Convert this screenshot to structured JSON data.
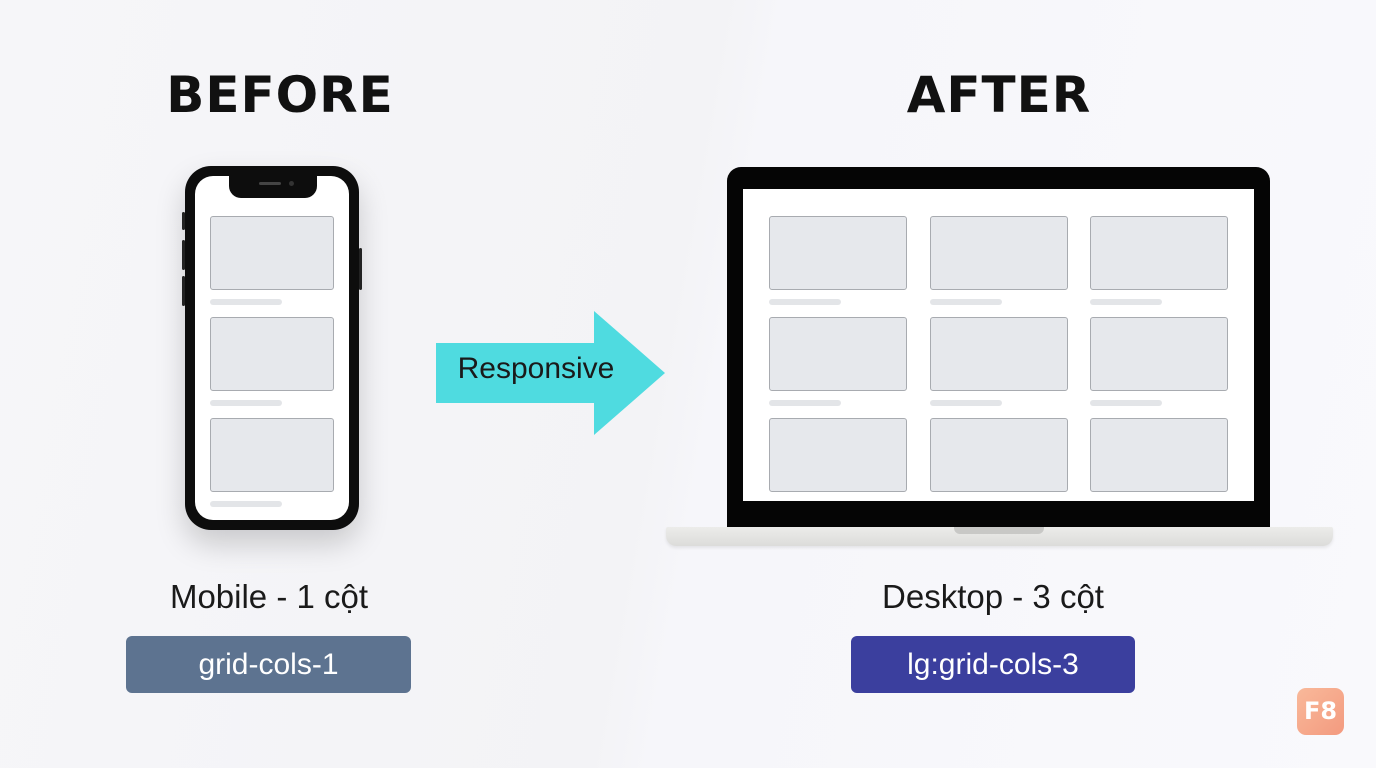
{
  "before": {
    "title": "BEFORE",
    "caption": "Mobile - 1 cột",
    "badge": "grid-cols-1",
    "badge_color": "#5d7390"
  },
  "after": {
    "title": "AFTER",
    "caption": "Desktop - 3 cột",
    "badge": "lg:grid-cols-3",
    "badge_color": "#3b3f9e"
  },
  "arrow": {
    "label": "Responsive",
    "color": "#4fdbe0"
  },
  "logo": {
    "text": "F8"
  },
  "layouts": {
    "mobile_columns": 1,
    "mobile_rows": 3,
    "desktop_columns": 3,
    "desktop_rows": 3
  }
}
